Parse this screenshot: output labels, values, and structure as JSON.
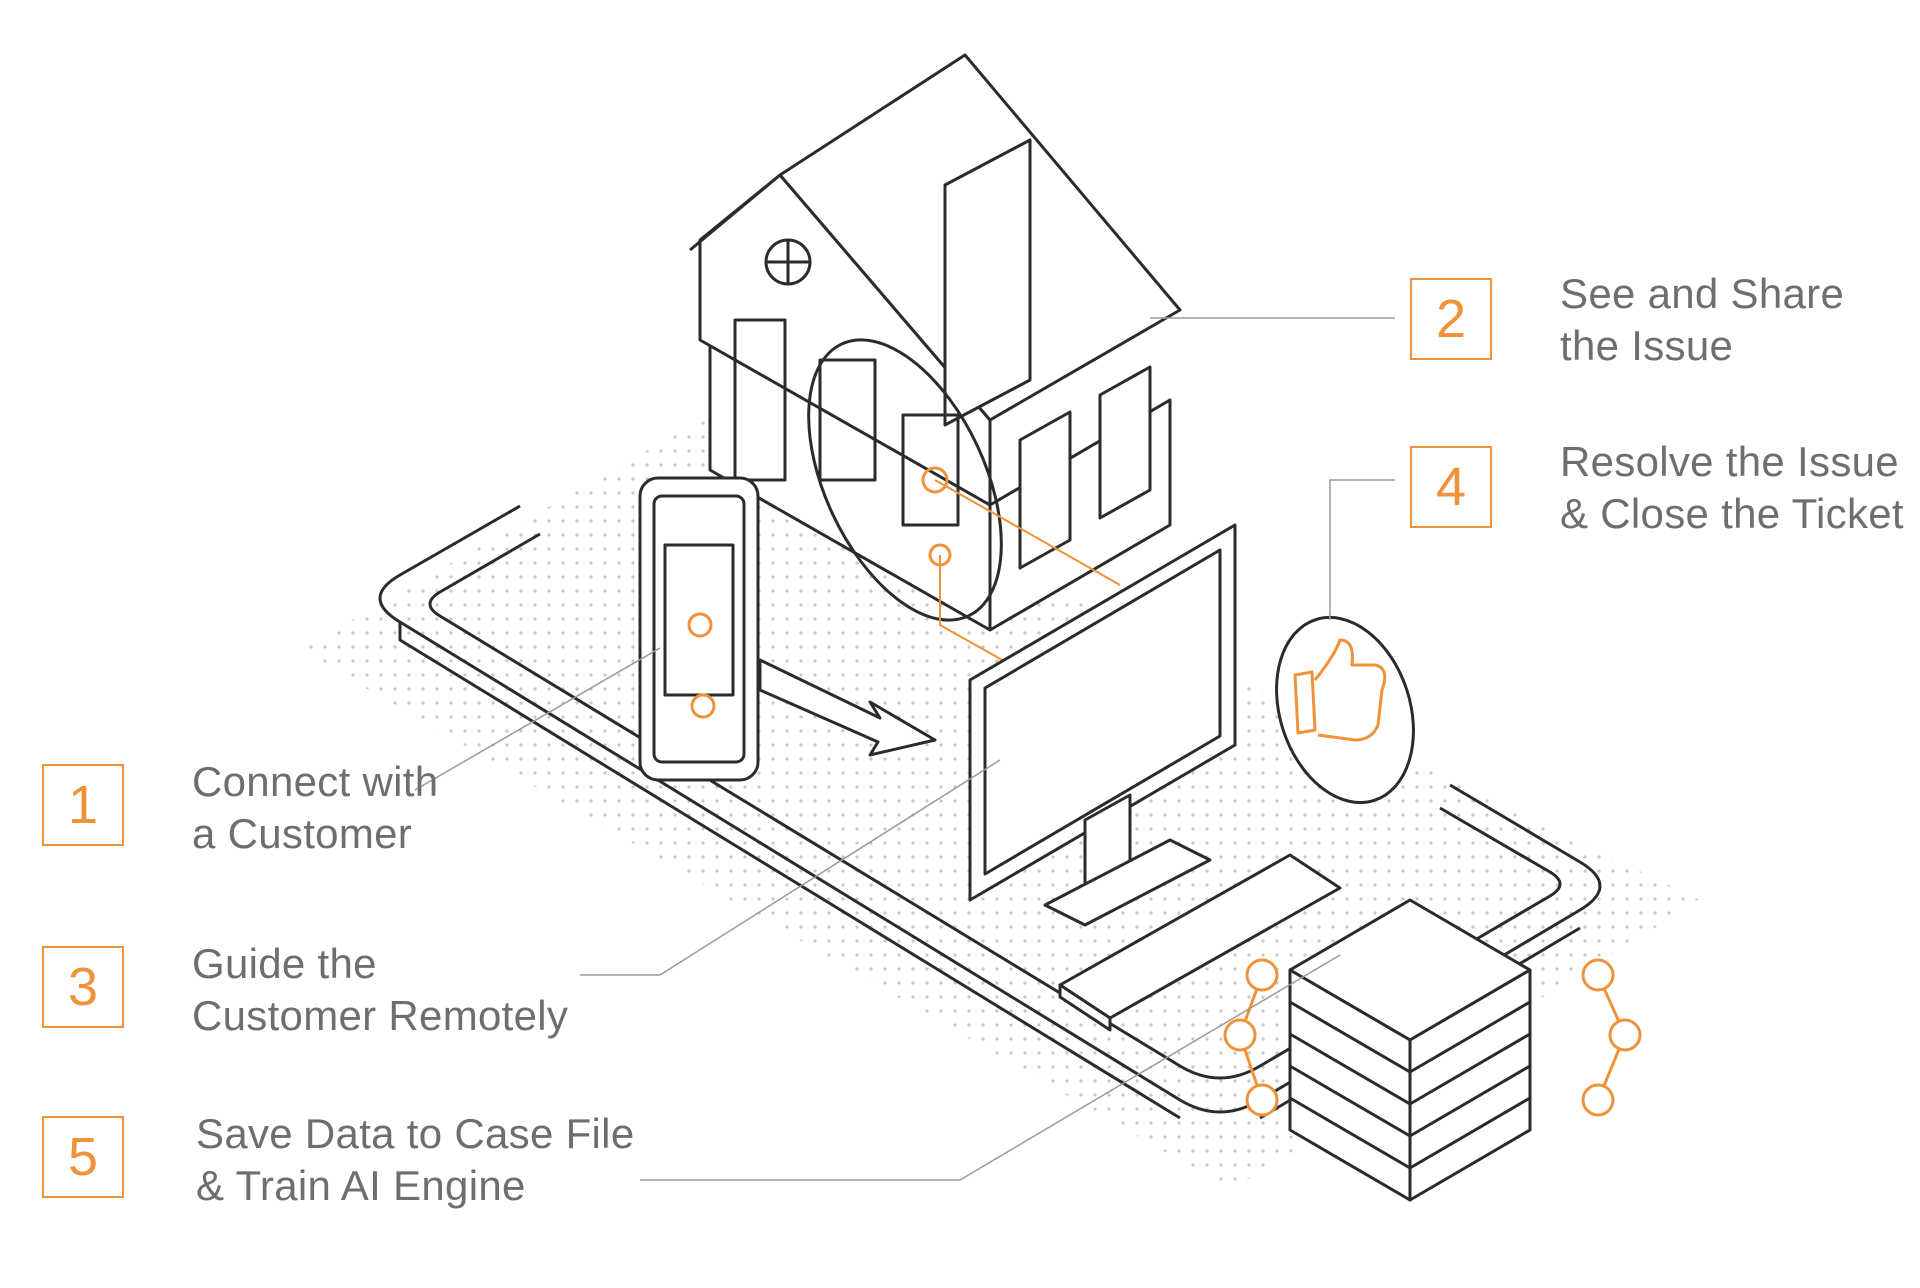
{
  "steps": [
    {
      "number": "1",
      "line1": "Connect with",
      "line2": "a Customer"
    },
    {
      "number": "2",
      "line1": "See and Share",
      "line2": "the Issue"
    },
    {
      "number": "3",
      "line1": "Guide the",
      "line2": "Customer Remotely"
    },
    {
      "number": "4",
      "line1": "Resolve the Issue",
      "line2": "& Close the Ticket"
    },
    {
      "number": "5",
      "line1": "Save Data to Case File",
      "line2": "& Train AI Engine"
    }
  ],
  "colors": {
    "accent": "#f0923a",
    "text": "#6e6e6e",
    "line": "#2b2b2b",
    "dots": "#c8c8c8"
  },
  "icons": [
    "house-icon",
    "smartphone-icon",
    "monitor-icon",
    "keyboard-icon",
    "thumbs-up-icon",
    "server-stack-icon",
    "network-nodes-icon",
    "arrow-icon"
  ]
}
